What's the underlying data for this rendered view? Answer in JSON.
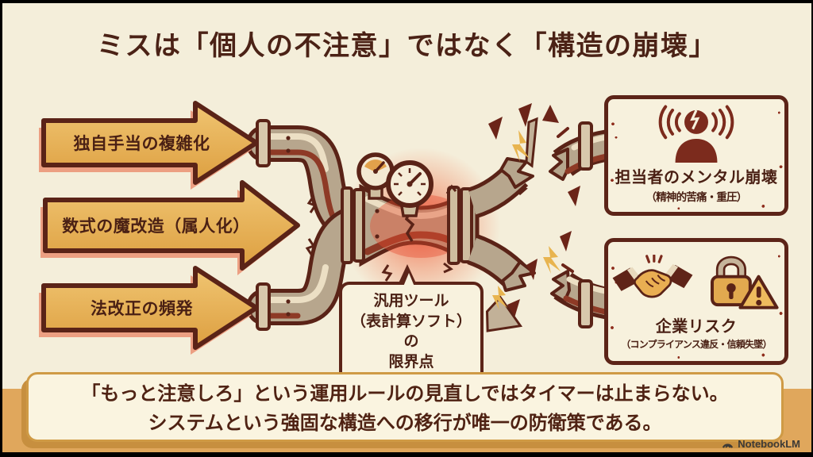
{
  "title": "ミスは「個人の不注意」ではなく「構造の崩壊」",
  "causes": [
    {
      "label": "独自手当の複雑化"
    },
    {
      "label": "数式の魔改造（属人化）"
    },
    {
      "label": "法改正の頻発"
    }
  ],
  "bottleneck": {
    "lines": [
      "汎用ツール",
      "（表計算ソフト）の",
      "限界点"
    ]
  },
  "consequences": [
    {
      "icon": "stressed-person",
      "title": "担当者のメンタル崩壊",
      "subtitle": "（精神的苦痛・重圧）"
    },
    {
      "icon": "handshake-padlock-warning",
      "title": "企業リスク",
      "subtitle": "（コンプライアンス違反・信頼失墜）"
    }
  ],
  "conclusion": {
    "line1": "「もっと注意しろ」という運用ルールの見直しではタイマーは止まらない。",
    "line2": "システムという強固な構造への移行が唯一の防衛策である。"
  },
  "watermark": {
    "label": "NotebookLM"
  },
  "colors": {
    "background": "#f4eeda",
    "accent_gold": "#e3a94f",
    "outline_brown": "#5a2317",
    "text_brown": "#4a2117",
    "alert_red": "#e05038",
    "strip_gold": "#e0a75c",
    "pipe_taupe": "#b7a68d"
  }
}
